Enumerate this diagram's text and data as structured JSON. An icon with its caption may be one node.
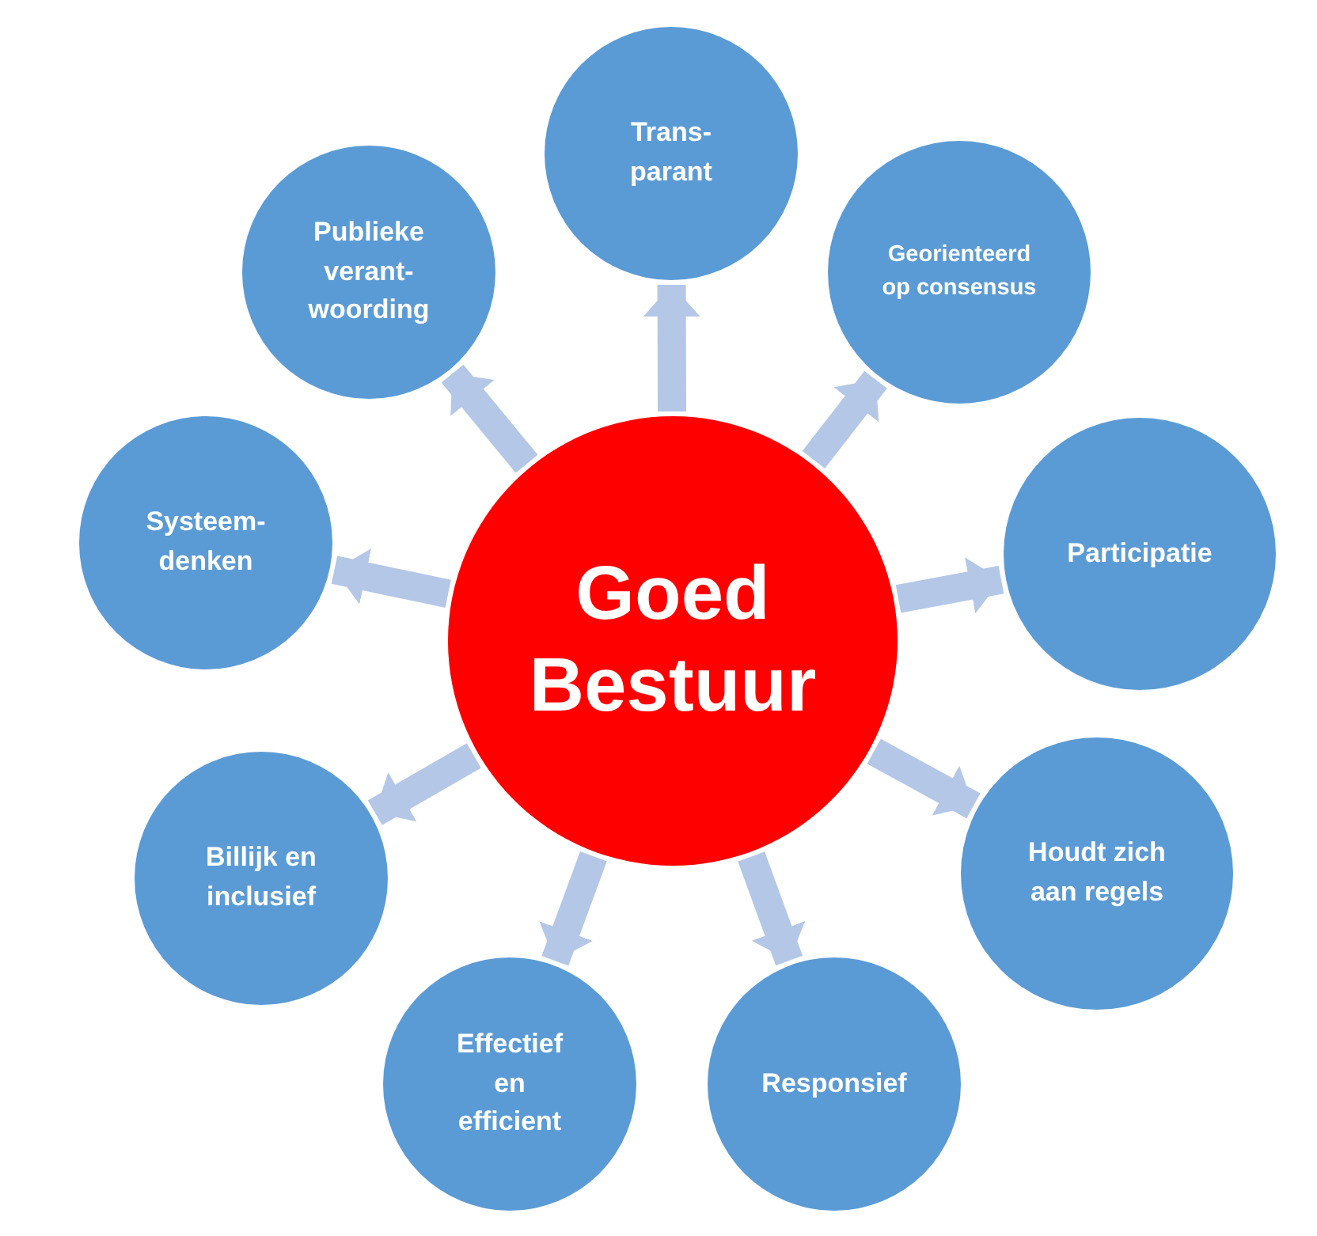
{
  "diagram": {
    "nodes": [
      {
        "text": [
          "Goed Bestuur"
        ]
      },
      {
        "text": [
          "Trans- parant"
        ]
      },
      {
        "text": [
          "Georienteerd op consensus"
        ]
      },
      {
        "text": [
          "Participatie"
        ]
      },
      {
        "text": [
          "Houdt zich aan regels"
        ]
      },
      {
        "text": [
          "Responsief"
        ]
      },
      {
        "text": [
          "Effectief en efficient"
        ]
      },
      {
        "text": [
          "Billijk en inclusief"
        ]
      },
      {
        "text": [
          "Systeem- denken"
        ]
      },
      {
        "text": [
          "Publieke verant- woording"
        ]
      }
    ],
    "edges": [
      {
        "from": 0,
        "to": 1,
        "arrow": "to"
      },
      {
        "from": 0,
        "to": 2,
        "arrow": "to"
      },
      {
        "from": 0,
        "to": 3,
        "arrow": "to"
      },
      {
        "from": 0,
        "to": 4,
        "arrow": "to"
      },
      {
        "from": 0,
        "to": 5,
        "arrow": "to"
      },
      {
        "from": 0,
        "to": 6,
        "arrow": "to"
      },
      {
        "from": 0,
        "to": 7,
        "arrow": "to"
      },
      {
        "from": 0,
        "to": 8,
        "arrow": "to"
      },
      {
        "from": 0,
        "to": 9,
        "arrow": "to"
      }
    ]
  }
}
